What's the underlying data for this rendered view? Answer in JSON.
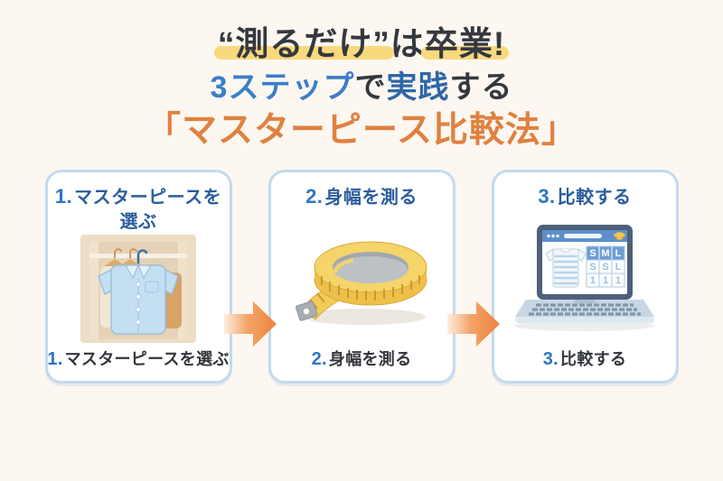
{
  "title": {
    "line1_highlight1": "“測るだけ”",
    "line1_plain": "は",
    "line1_highlight2": "卒業!",
    "line2_steps": "3ステップ",
    "line2_de": "で",
    "line2_practice": "実践",
    "line2_suru": "する",
    "line3": "「マスターピース比較法」"
  },
  "cards": [
    {
      "heading_num": "1.",
      "heading_text": "マスターピースを選ぶ",
      "caption_num": "1.",
      "caption_text": "マスターピースを選ぶ",
      "illustration": "closet-with-shirt"
    },
    {
      "heading_num": "2.",
      "heading_text": "身幅を測る",
      "caption_num": "2.",
      "caption_text": "身幅を測る",
      "illustration": "measuring-tape"
    },
    {
      "heading_num": "3.",
      "heading_text": "比較する",
      "caption_num": "3.",
      "caption_text": "比較する",
      "illustration": "laptop-size-chart"
    }
  ],
  "laptop_screen": {
    "table_header": [
      "S",
      "M",
      "L"
    ],
    "table_row1": [
      "S",
      "S",
      "L"
    ],
    "table_row2": [
      "1",
      "1",
      "1"
    ]
  },
  "icons": {
    "arrow": "arrow-right",
    "browser_dots": "window-dots",
    "browser_shirt": "shirt-icon"
  },
  "colors": {
    "background": "#fcf7f1",
    "title_dark": "#34383e",
    "highlight_yellow": "#f8d97e",
    "accent_blue": "#3b7ec9",
    "navy_blue": "#2b5c9e",
    "accent_orange": "#e08140",
    "card_border": "#c2daee",
    "arrow_orange": "#ed8440",
    "tape_yellow": "#f5d469",
    "shirt_blue": "#c5dff2"
  }
}
